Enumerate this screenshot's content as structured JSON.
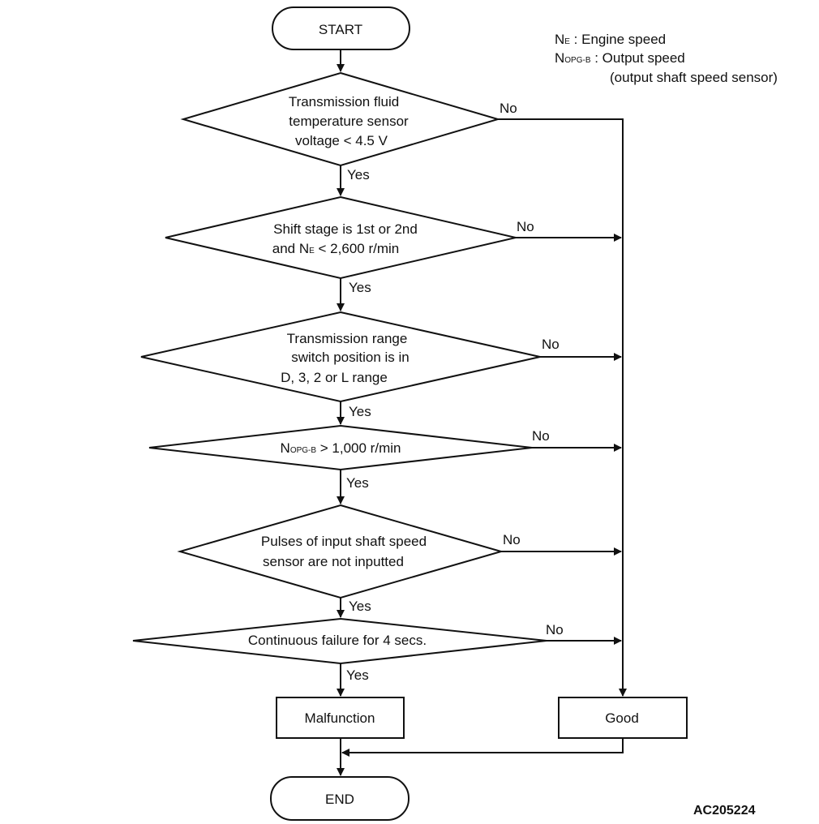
{
  "legend": {
    "ne_sym": "N",
    "ne_sub": "E",
    "ne_desc": " : Engine speed",
    "nopg_sym": "N",
    "nopg_sub": "OPG-B",
    "nopg_desc": " : Output speed",
    "nopg_desc2": "(output shaft speed sensor)"
  },
  "nodes": {
    "start": "START",
    "d1_l1": "Transmission fluid",
    "d1_l2": "temperature sensor",
    "d1_l3": "voltage < 4.5 V",
    "d2_l1": "Shift stage is 1st or 2nd",
    "d2_l2a": "and N",
    "d2_l2sub": "E",
    "d2_l2b": " < 2,600 r/min",
    "d3_l1": "Transmission range",
    "d3_l2": "switch position is in",
    "d3_l3": "D, 3, 2 or L range",
    "d4_a": "N",
    "d4_sub": "OPG-B",
    "d4_b": " > 1,000 r/min",
    "d5_l1": "Pulses of input shaft speed",
    "d5_l2": "sensor are not inputted",
    "d6_l1": "Continuous failure for 4 secs.",
    "malfunction": "Malfunction",
    "good": "Good",
    "end": "END"
  },
  "edge_labels": {
    "yes": "Yes",
    "no": "No"
  },
  "figure_id": "AC205224"
}
